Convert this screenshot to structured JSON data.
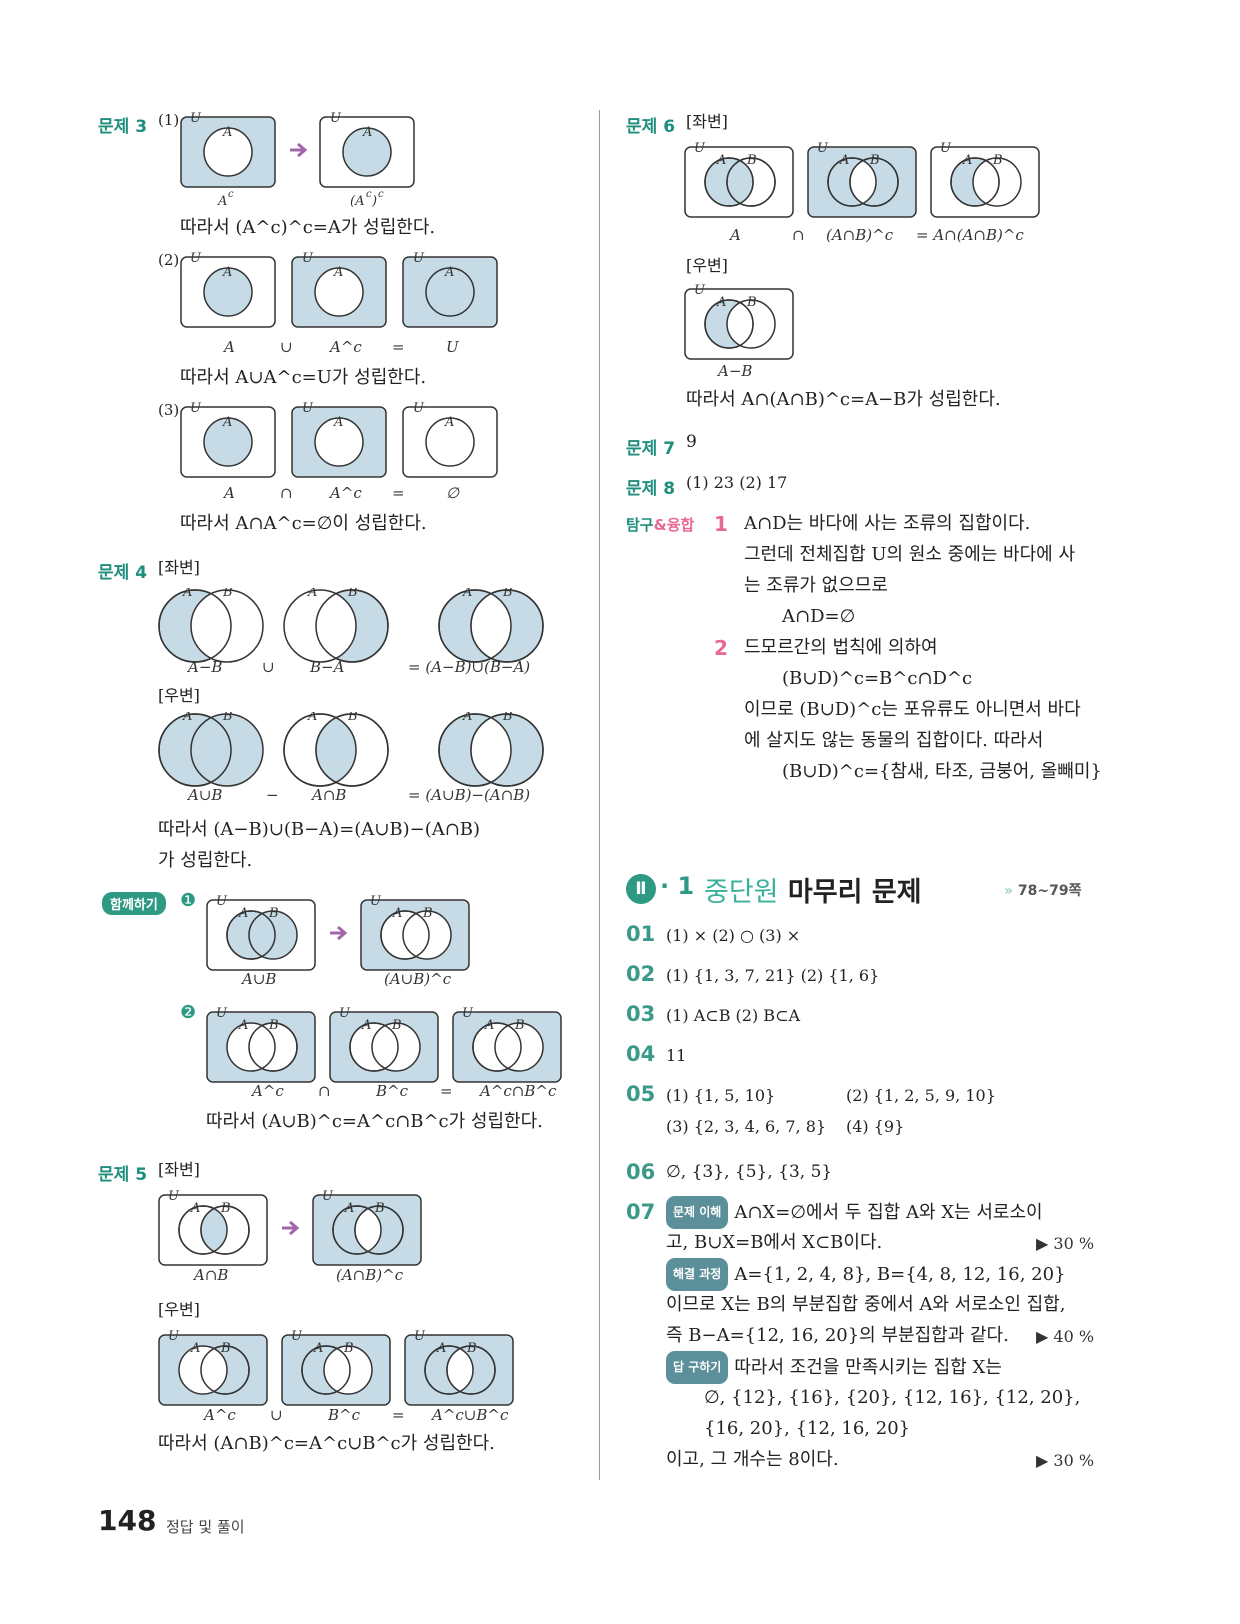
{
  "page": {
    "number": "148",
    "footer": "정답 및 풀이"
  },
  "p3": {
    "label": "문제 3",
    "s1": "(1)",
    "s2": "(2)",
    "s3": "(3)",
    "cap1a": "A",
    "cap1a_sup": "c",
    "cap1b": "(A",
    "cap1b_sup1": "c",
    "cap1b_end": ")",
    "cap1b_sup2": "c",
    "r1": "따라서 (A^c)^c=A가 성립한다.",
    "r2": "따라서 A∪A^c=U가 성립한다.",
    "r3": "따라서 A∩A^c=∅이 성립한다.",
    "c2": [
      "A",
      "∪",
      "A^c",
      "=",
      "U"
    ],
    "c3": [
      "A",
      "∩",
      "A^c",
      "=",
      "∅"
    ]
  },
  "p4": {
    "label": "문제 4",
    "left": "[좌변]",
    "right": "[우변]",
    "c1": [
      "A−B",
      "∪",
      "B−A",
      "= (A−B)∪(B−A)"
    ],
    "c2": [
      "A∪B",
      "−",
      "A∩B",
      "= (A∪B)−(A∩B)"
    ],
    "r1": "따라서 (A−B)∪(B−A)=(A∪B)−(A∩B)",
    "r2": "가 성립한다."
  },
  "together": {
    "label": "함께하기",
    "n1": "❶",
    "n2": "❷",
    "c1": [
      "A∪B",
      "(A∪B)^c"
    ],
    "c2": [
      "A^c",
      "∩",
      "B^c",
      "=",
      "A^c∩B^c"
    ],
    "r": "따라서 (A∪B)^c=A^c∩B^c가 성립한다."
  },
  "p5": {
    "label": "문제 5",
    "left": "[좌변]",
    "right": "[우변]",
    "c1": [
      "A∩B",
      "(A∩B)^c"
    ],
    "c2": [
      "A^c",
      "∪",
      "B^c",
      "=",
      "A^c∪B^c"
    ],
    "r": "따라서 (A∩B)^c=A^c∪B^c가 성립한다."
  },
  "p6": {
    "label": "문제 6",
    "left": "[좌변]",
    "right": "[우변]",
    "c1": [
      "A",
      "∩",
      "(A∩B)^c",
      "= A∩(A∩B)^c"
    ],
    "c2": "A−B",
    "r": "따라서 A∩(A∩B)^c=A−B가 성립한다."
  },
  "p7": {
    "label": "문제 7",
    "ans": "9"
  },
  "p8": {
    "label": "문제 8",
    "ans": "(1) 23    (2) 17"
  },
  "explore": {
    "label_a": "탐구",
    "label_b": "&",
    "label_c": "융합",
    "n1": "1",
    "n2": "2",
    "l1": [
      "A∩D는 바다에 사는 조류의 집합이다.",
      "그런데 전체집합 U의 원소 중에는 바다에 사",
      "는 조류가 없으므로",
      "A∩D=∅"
    ],
    "l2": [
      "드모르간의 법칙에 의하여",
      "(B∪D)^c=B^c∩D^c",
      "이므로 (B∪D)^c는 포유류도 아니면서 바다",
      "에 살지도 않는 동물의 집합이다. 따라서",
      "(B∪D)^c={참새, 타조, 금붕어, 올빼미}"
    ]
  },
  "section": {
    "num": "Ⅱ",
    "sub": "· 1",
    "title_a": "중단원",
    "title_b": " 마무리 문제",
    "pages": "78~79쪽"
  },
  "q": {
    "q01": {
      "n": "01",
      "a": "(1) ×    (2) ○    (3) ×"
    },
    "q02": {
      "n": "02",
      "a": "(1) {1, 3, 7, 21}    (2) {1, 6}"
    },
    "q03": {
      "n": "03",
      "a": "(1) A⊂B    (2) B⊂A"
    },
    "q04": {
      "n": "04",
      "a": "11"
    },
    "q05": {
      "n": "05",
      "a1": "(1) {1, 5, 10}",
      "a2": "(2) {1, 2, 5, 9, 10}",
      "a3": "(3) {2, 3, 4, 6, 7, 8}",
      "a4": "(4) {9}"
    },
    "q06": {
      "n": "06",
      "a": "∅, {3}, {5}, {3, 5}"
    },
    "q07": {
      "n": "07",
      "tag1": "문제 이해",
      "t1": "A∩X=∅에서 두 집합 A와 X는 서로소이",
      "t1b": "고, B∪X=B에서 X⊂B이다.",
      "p1": "▶ 30 %",
      "tag2": "해결 과정",
      "t2": "A={1, 2, 4, 8},   B={4, 8, 12, 16, 20}",
      "t2b": "이므로 X는 B의 부분집합 중에서 A와 서로소인 집합,",
      "t2c": "즉 B−A={12, 16, 20}의 부분집합과 같다.",
      "p2": "▶ 40 %",
      "tag3": "답 구하기",
      "t3": "따라서 조건을 만족시키는 집합 X는",
      "t3b": "∅, {12}, {16}, {20}, {12, 16}, {12, 20},",
      "t3c": "{16, 20}, {12, 16, 20}",
      "t3d": "이고, 그 개수는 8이다.",
      "p3": "▶ 30 %"
    }
  },
  "colors": {
    "teal": "#1e8e7e",
    "pink": "#e86a92",
    "venn": "#c6dbe6",
    "arrow": "#a266a8"
  }
}
